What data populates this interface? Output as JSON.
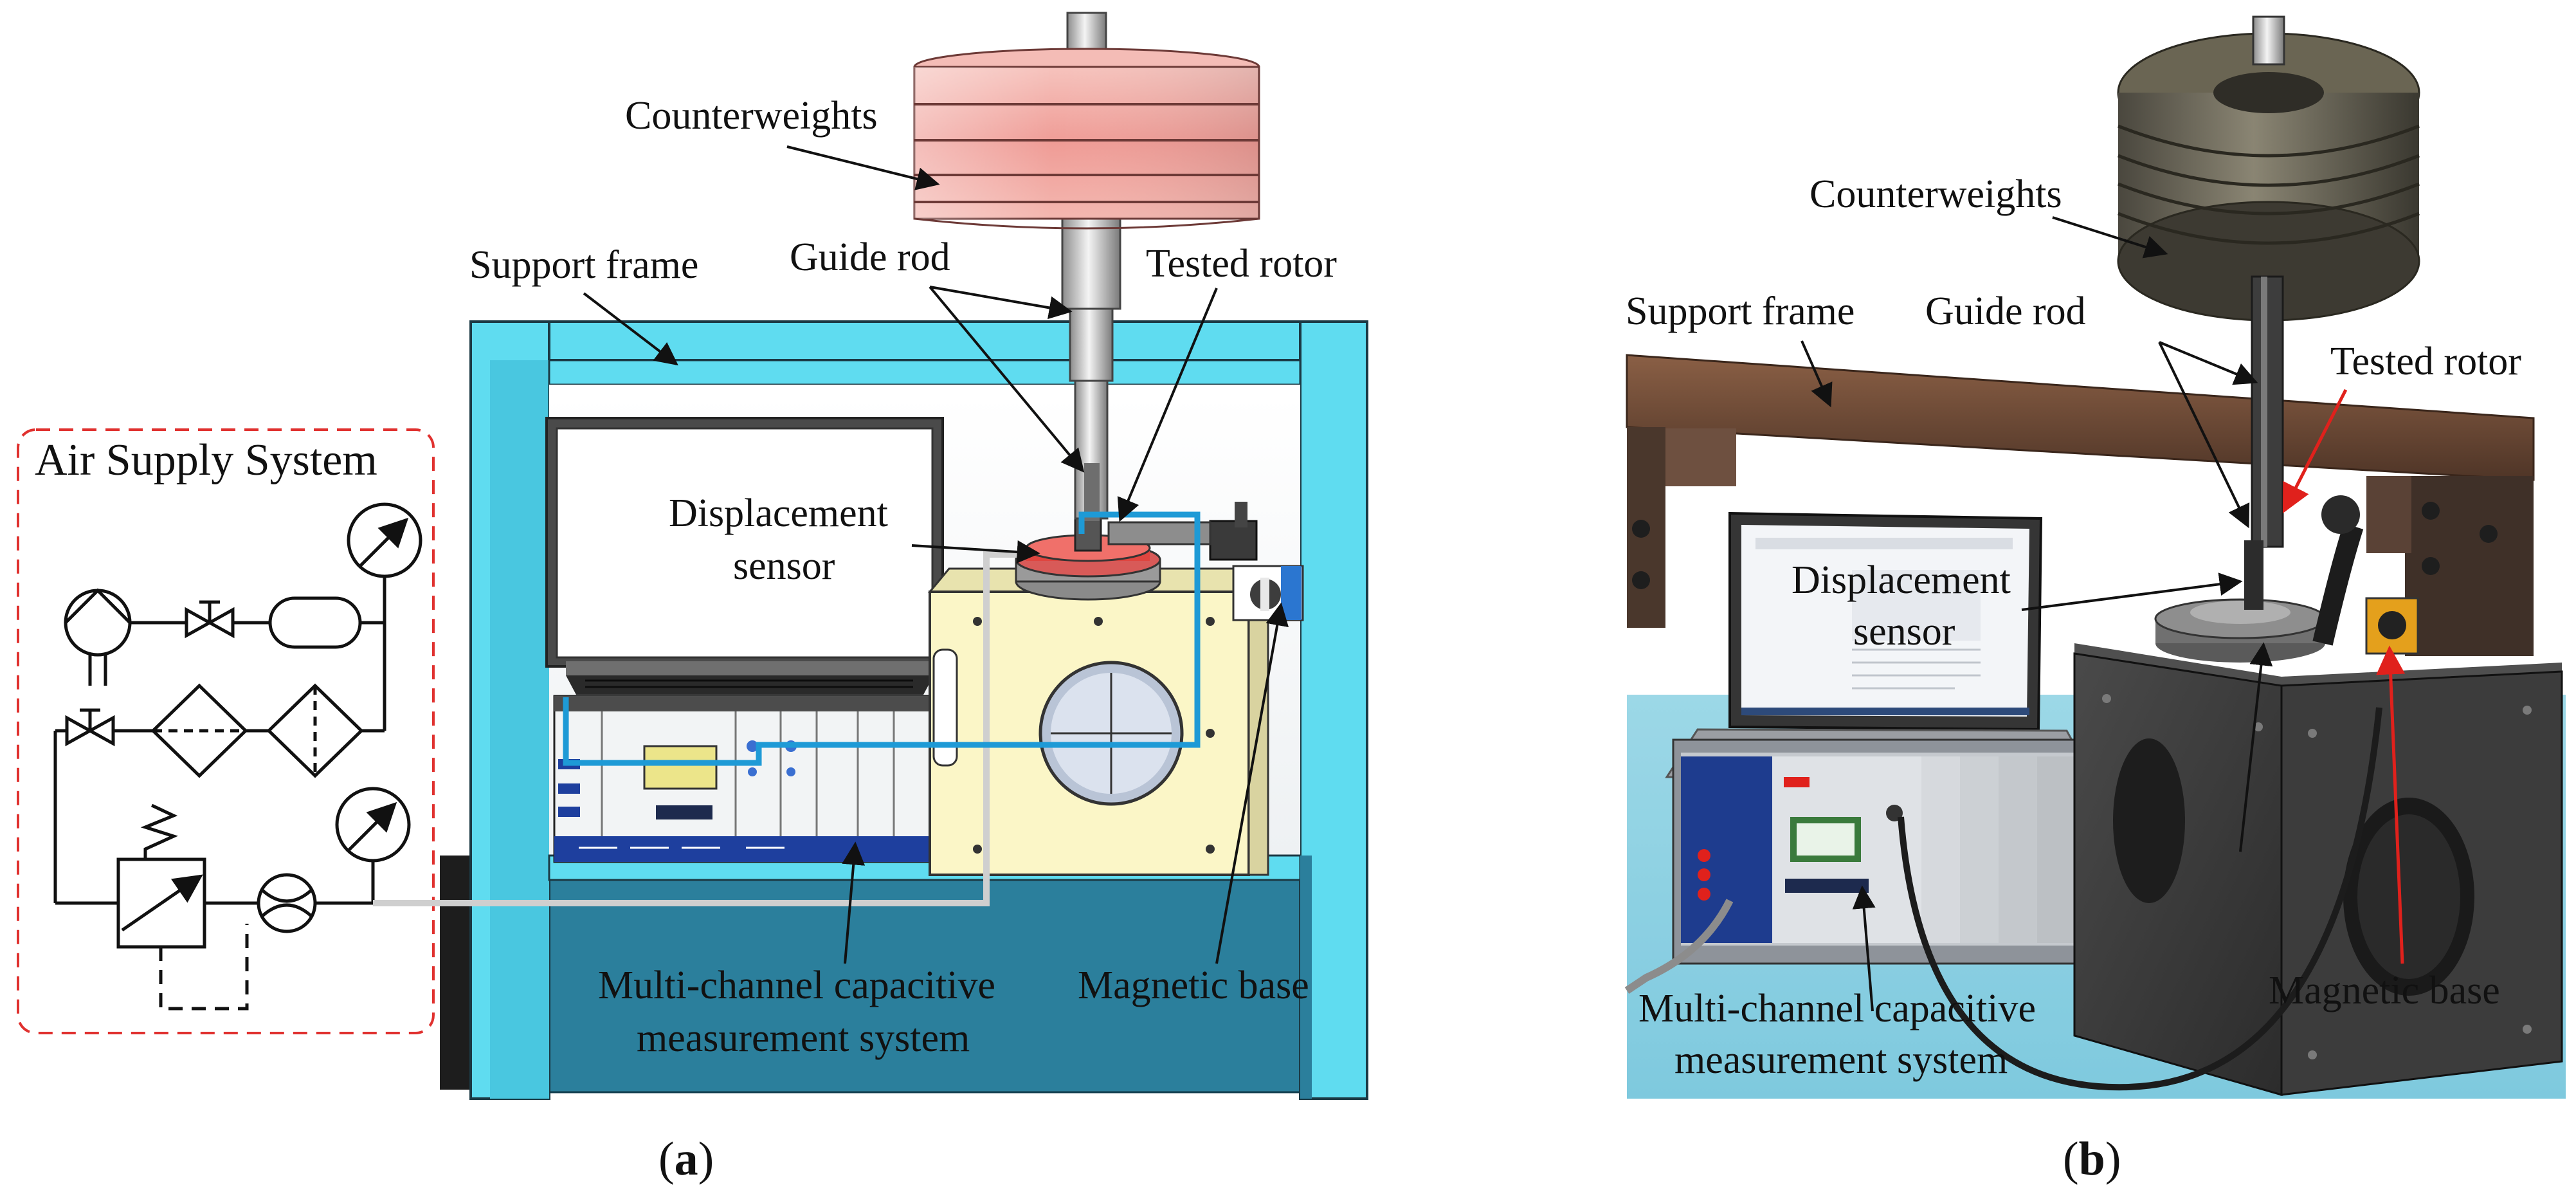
{
  "panel_a": {
    "caption_letter": "a",
    "labels": {
      "counterweights": "Counterweights",
      "support_frame": "Support frame",
      "guide_rod": "Guide rod",
      "tested_rotor": "Tested rotor",
      "displacement_sensor_line1": "Displacement",
      "displacement_sensor_line2": "sensor",
      "air_supply_system": "Air Supply System",
      "measurement_system_line1": "Multi-channel capacitive",
      "measurement_system_line2": "measurement system",
      "magnetic_base": "Magnetic base"
    }
  },
  "panel_b": {
    "caption_letter": "b",
    "labels": {
      "counterweights": "Counterweights",
      "support_frame": "Support frame",
      "guide_rod": "Guide rod",
      "tested_rotor": "Tested rotor",
      "displacement_sensor_line1": "Displacement",
      "displacement_sensor_line2": "sensor",
      "measurement_system_line1": "Multi-channel capacitive",
      "measurement_system_line2": "measurement system",
      "magnetic_base": "Magnetic base"
    }
  },
  "colors": {
    "frame_cyan": "#5fdcf0",
    "base_teal": "#2b7f9c",
    "counterweight_pink": "#f2a9a4",
    "sensor_block_yellow": "#fbf6c7",
    "air_line_gray": "#cfcfcf",
    "signal_cable_blue": "#1e9ad6",
    "air_box_red": "#e0312f",
    "photo_frame_rust": "#6b4a37",
    "photo_granite": "#3a3a3a",
    "photo_arrow_red": "#e0211c"
  }
}
